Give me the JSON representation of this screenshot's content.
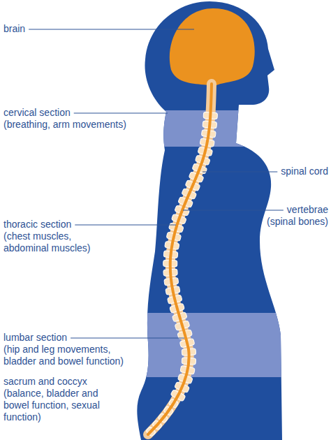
{
  "diagram": {
    "labels": [
      "brain",
      "cervical section",
      "(breathing, arm movements)",
      "spinal cord",
      "vertebrae",
      "(spinal bones)",
      "thoracic section",
      "(chest muscles, abdominal muscles)",
      "lumbar section",
      "(hip and leg movements, bladder and bowel function)",
      "sacrum and coccyx",
      "(balance, bladder and bowel function, sexual function)"
    ]
  }
}
